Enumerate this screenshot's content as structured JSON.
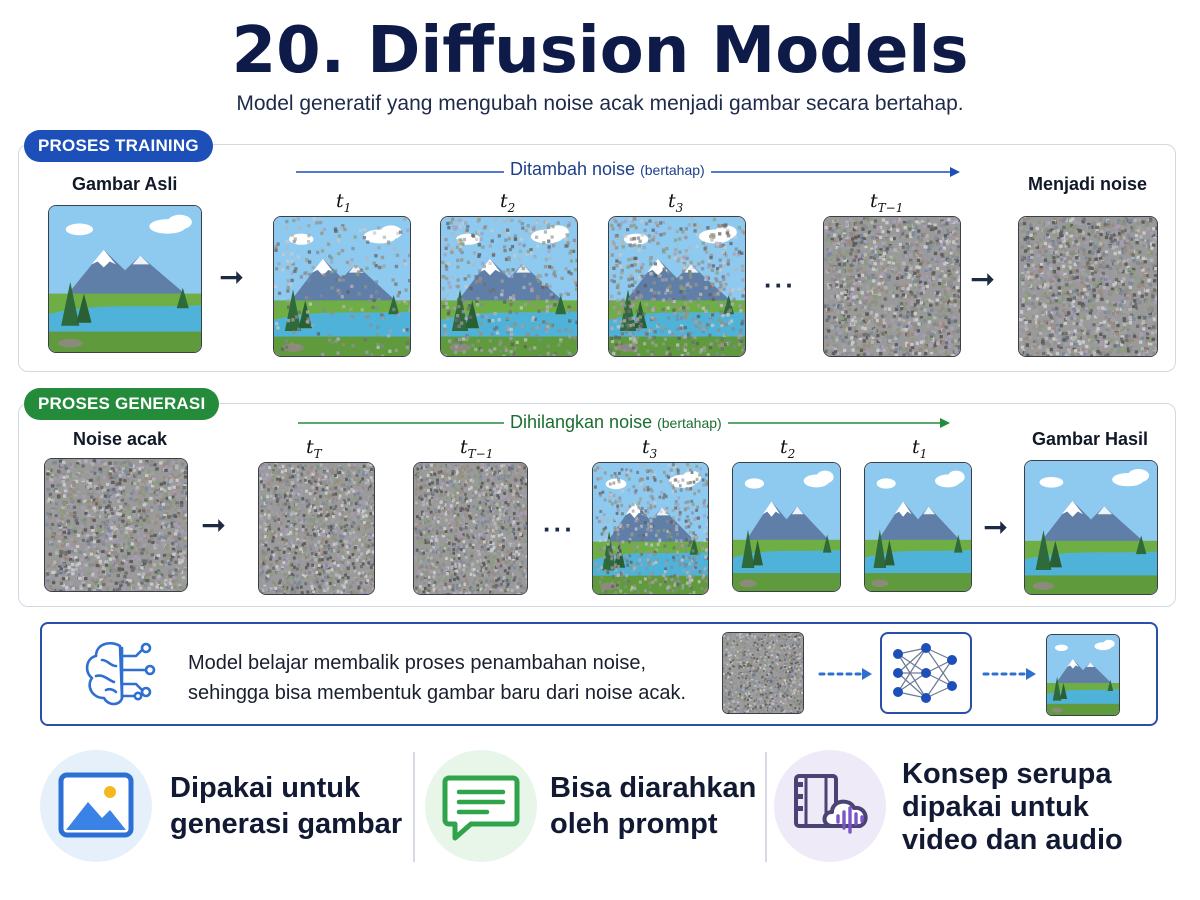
{
  "title": "20. Diffusion Models",
  "subtitle": "Model generatif yang mengubah noise acak menjadi gambar secara bertahap.",
  "training": {
    "badge": "PROSES TRAINING",
    "left_label": "Gambar Asli",
    "flow_label": "Ditambah noise",
    "flow_note": "(bertahap)",
    "right_label": "Menjadi noise",
    "steps": [
      {
        "sym": "t",
        "sub": "1"
      },
      {
        "sym": "t",
        "sub": "2"
      },
      {
        "sym": "t",
        "sub": "3"
      },
      {
        "sym": "t",
        "sub": "T−1"
      }
    ],
    "ellipsis": "···"
  },
  "generation": {
    "badge": "PROSES GENERASI",
    "left_label": "Noise acak",
    "flow_label": "Dihilangkan noise",
    "flow_note": "(bertahap)",
    "right_label": "Gambar Hasil",
    "steps": [
      {
        "sym": "t",
        "sub": "T"
      },
      {
        "sym": "t",
        "sub": "T−1"
      },
      {
        "sym": "t",
        "sub": "3"
      },
      {
        "sym": "t",
        "sub": "2"
      },
      {
        "sym": "t",
        "sub": "1"
      }
    ],
    "ellipsis": "···"
  },
  "info": {
    "line1": "Model belajar membalik proses penambahan noise,",
    "line2": "sehingga bisa membentuk gambar baru dari noise acak.",
    "icon": "brain-circuit-icon"
  },
  "features": [
    {
      "line1": "Dipakai untuk",
      "line2": "generasi gambar",
      "line3": "",
      "icon": "image-icon",
      "bg": "#e6f0fb"
    },
    {
      "line1": "Bisa diarahkan",
      "line2": "oleh prompt",
      "line3": "",
      "icon": "chat-icon",
      "bg": "#e8f6e9"
    },
    {
      "line1": "Konsep serupa",
      "line2": "dipakai untuk",
      "line3": "video dan audio",
      "icon": "video-audio-icon",
      "bg": "#efeaf7"
    }
  ],
  "colors": {
    "blue": "#1d4fb8",
    "green": "#248b3b",
    "title": "#0e1a47"
  }
}
